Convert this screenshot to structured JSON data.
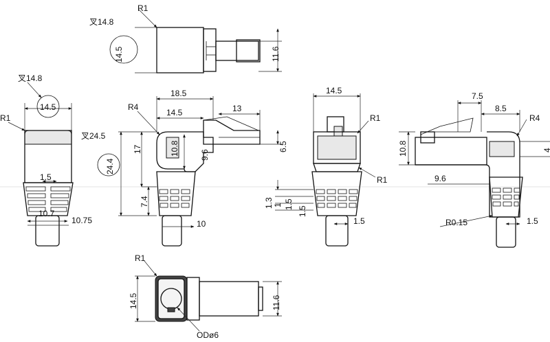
{
  "views": {
    "top": {
      "radius_label": "R1",
      "diam_label": "叉14.8",
      "height_label": "14.5",
      "side_label": "11.6"
    },
    "front": {
      "diam_label": "叉14.8",
      "width_circle": "14.5",
      "radius_label": "R1",
      "pitch_label": "1.5",
      "base_width": "10.7",
      "base_outer": "10.75"
    },
    "side_left": {
      "total_len": "18.5",
      "body_len": "14.5",
      "plug_len": "13",
      "radius_label": "R4",
      "diam_label": "叉24.5",
      "height_circle": "24.4",
      "height_17": "17",
      "h_10_8": "10.8",
      "h_9_6": "9.6",
      "h_6_5": "6.5",
      "h_7_4": "7.4",
      "cable_w": "10"
    },
    "rear": {
      "width_label": "14.5",
      "r_top": "R1",
      "r_bottom": "R1",
      "d_1_3": "1.3",
      "d_1": "1",
      "d_1_5a": "1.5",
      "d_1_5b": "1.5"
    },
    "side_right": {
      "top_7_5": "7.5",
      "top_8_5": "8.5",
      "radius_label": "R4",
      "h_10_8": "10.8",
      "h_9_6": "9.6",
      "h_4": "4",
      "r_small": "R0.15",
      "gap": "1.5"
    },
    "bottom": {
      "radius_label": "R1",
      "height_label": "14.5",
      "side_label": "11.6",
      "od_label": "ODø6"
    }
  }
}
